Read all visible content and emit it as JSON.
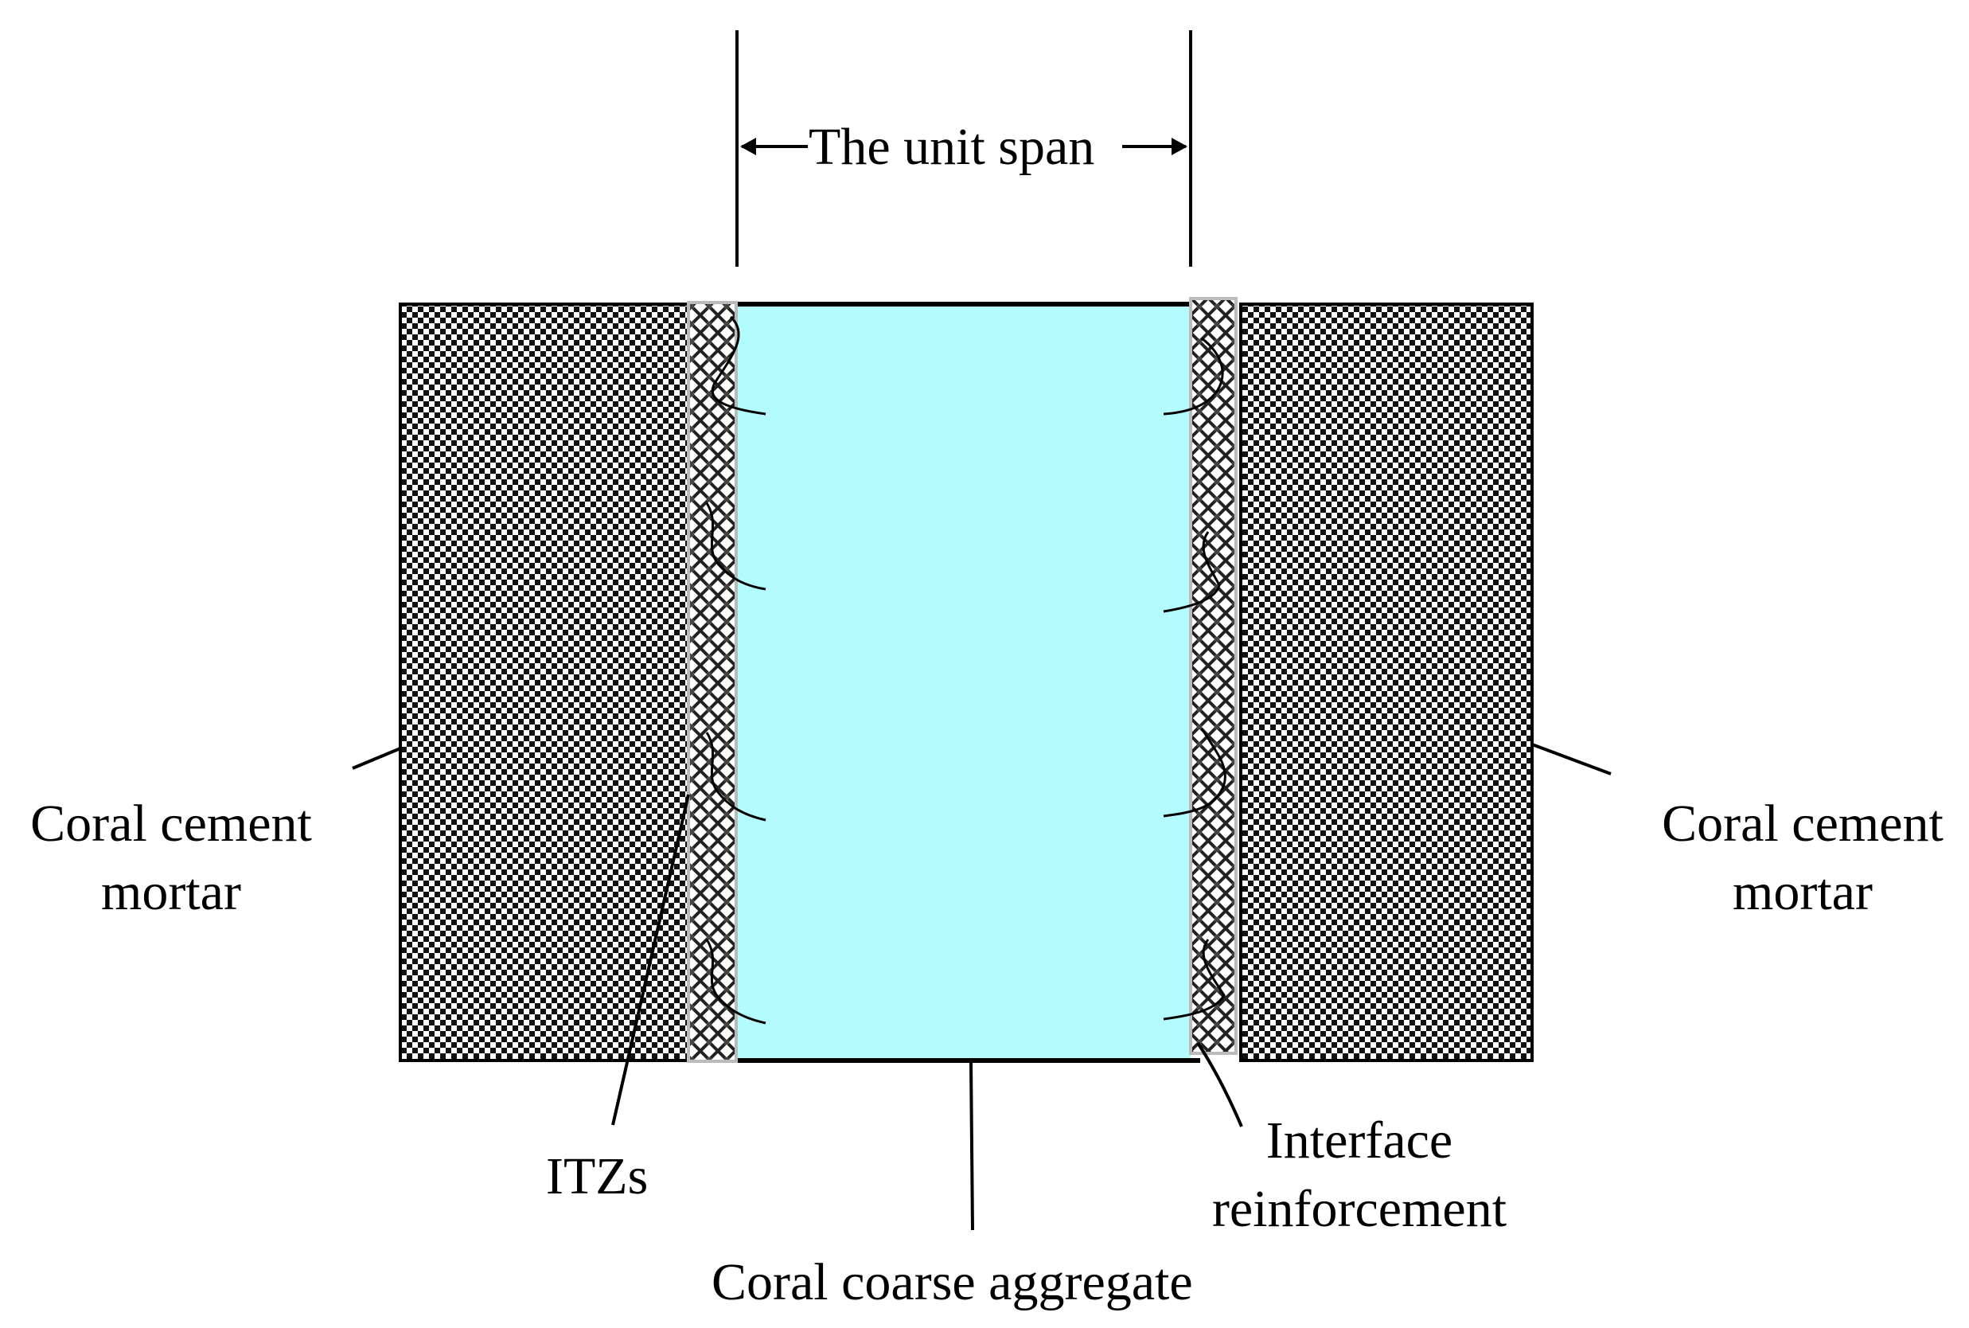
{
  "colors": {
    "aggregate_fill": "#b3fbfd",
    "mortar_dark": "#111111",
    "mortar_light": "#ffffff",
    "itz_pattern": "cross-hatch",
    "line": "#000000"
  },
  "labels": {
    "unit_span": "The unit span",
    "mortar_left_line1": "Coral cement",
    "mortar_left_line2": "mortar",
    "mortar_right_line1": "Coral cement",
    "mortar_right_line2": "mortar",
    "itzs": "ITZs",
    "interface_line1": "Interface",
    "interface_line2": "reinforcement",
    "aggregate": "Coral coarse aggregate"
  },
  "icons": {
    "span_left_arrow": "left-arrow-icon",
    "span_right_arrow": "right-arrow-icon"
  }
}
